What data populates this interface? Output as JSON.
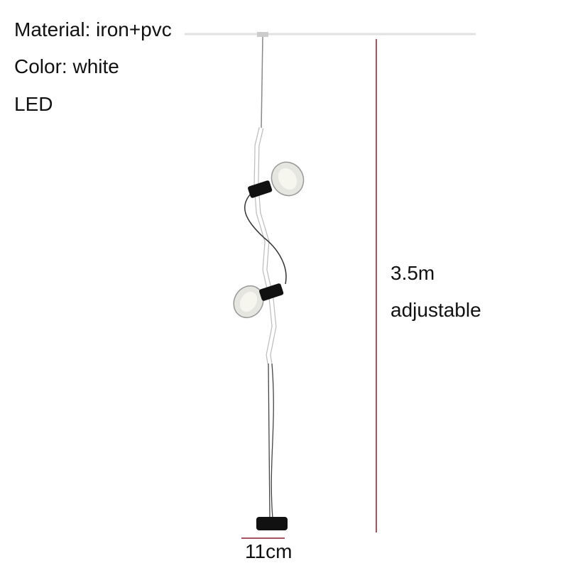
{
  "specs": {
    "material": "Material: iron+pvc",
    "color": "Color: white",
    "light_source": "LED"
  },
  "dimensions": {
    "height": "3.5m",
    "height_note": "adjustable",
    "base_width": "11cm"
  },
  "colors": {
    "dimension_line": "#8b1a2a",
    "lamp_black": "#111111",
    "rod_outline": "#bdbdbd"
  }
}
